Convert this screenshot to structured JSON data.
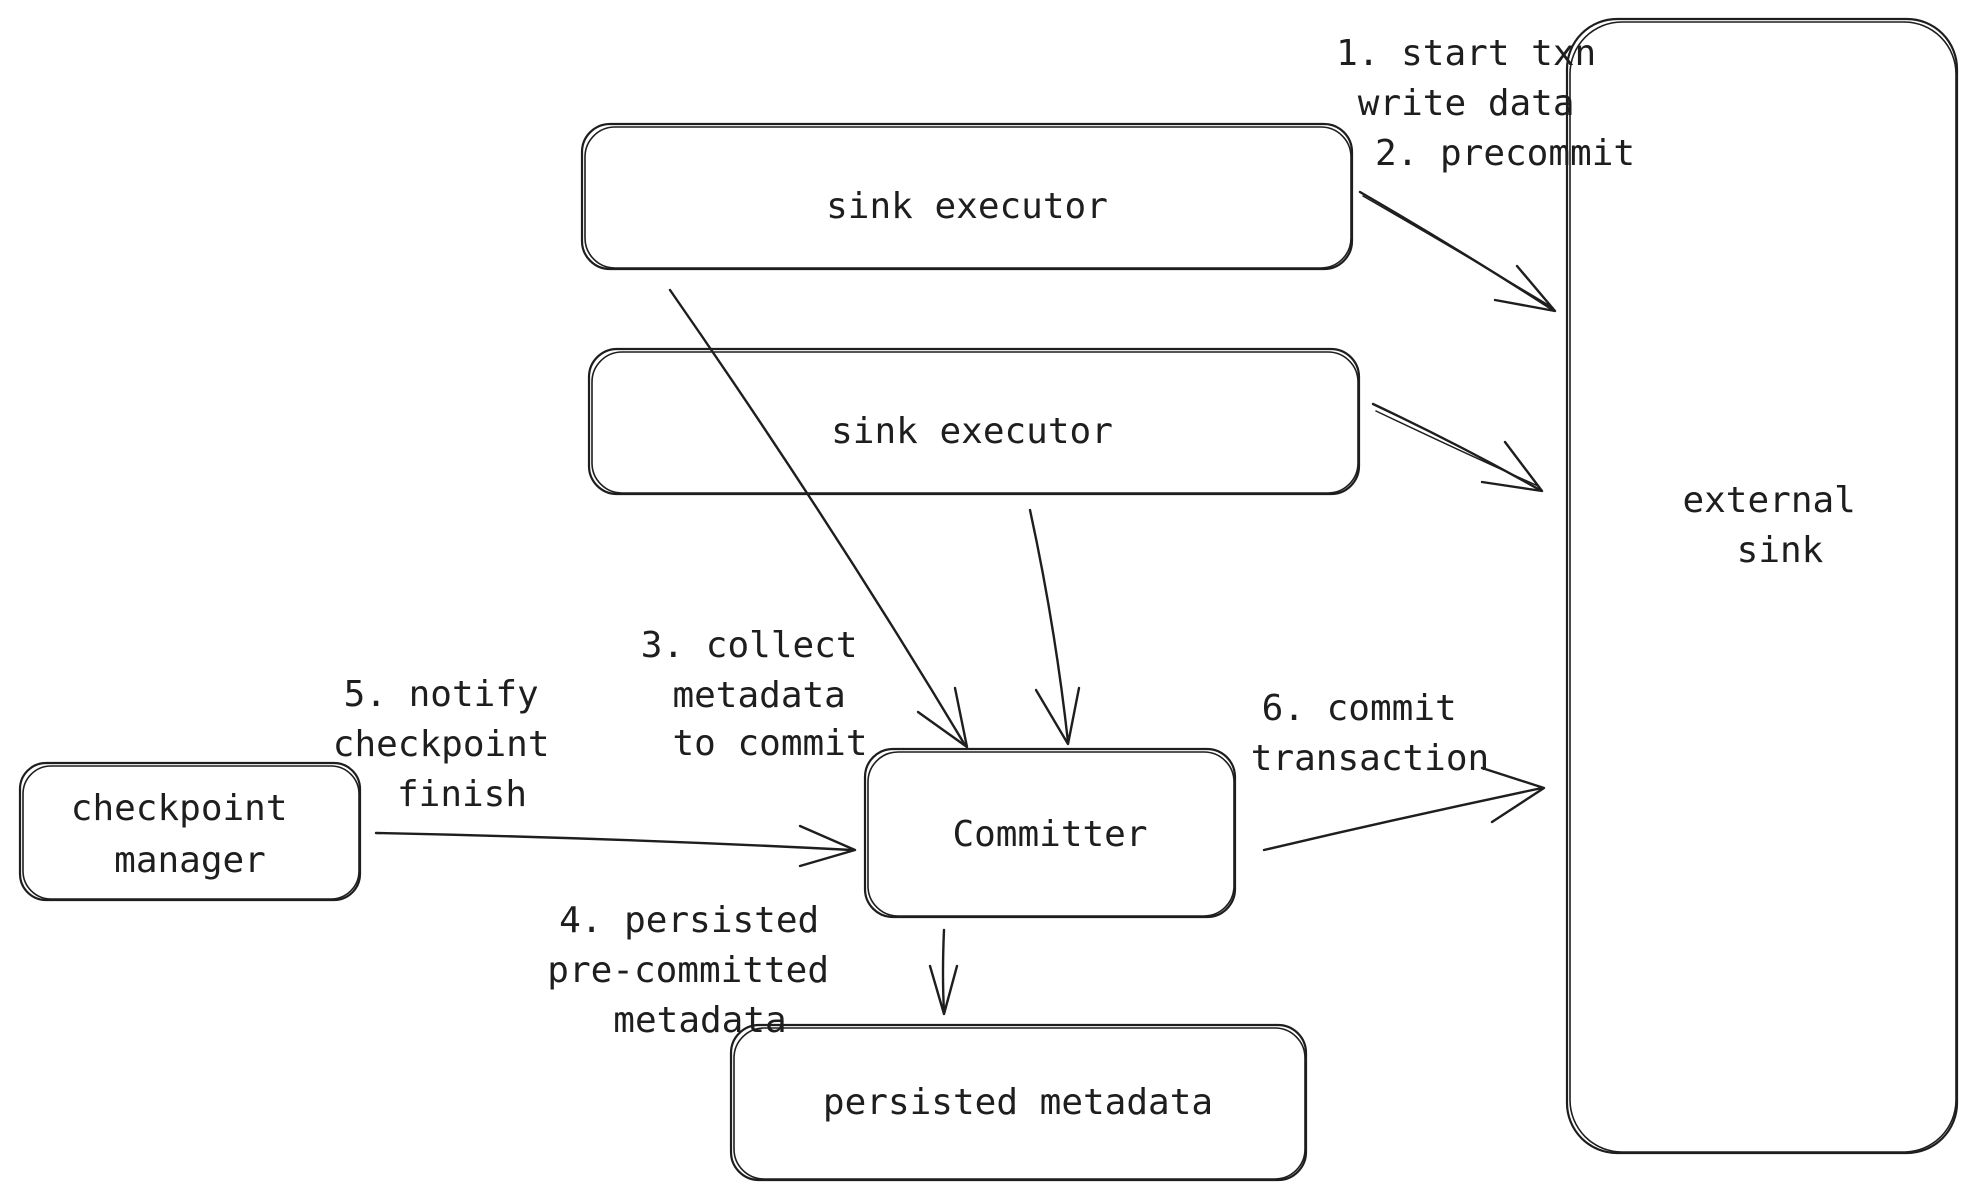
{
  "nodes": {
    "sink_executor_1": {
      "label": [
        "sink executor"
      ]
    },
    "sink_executor_2": {
      "label": [
        "sink executor"
      ]
    },
    "external_sink": {
      "label": [
        "external",
        "sink"
      ]
    },
    "checkpoint_manager": {
      "label": [
        "checkpoint",
        "manager"
      ]
    },
    "committer": {
      "label": [
        "Committer"
      ]
    },
    "persisted_metadata": {
      "label": [
        "persisted metadata"
      ]
    }
  },
  "edge_labels": {
    "step1_2": [
      "1. start txn",
      "write data",
      "2. precommit"
    ],
    "step3": [
      "3. collect",
      "metadata",
      "to commit"
    ],
    "step4": [
      "4. persisted",
      "pre-committed",
      "metadata"
    ],
    "step5": [
      "5. notify",
      "checkpoint",
      "finish"
    ],
    "step6": [
      "6. commit",
      "transaction"
    ]
  },
  "colors": {
    "stroke": "#1e1e1e",
    "background": "#ffffff"
  }
}
